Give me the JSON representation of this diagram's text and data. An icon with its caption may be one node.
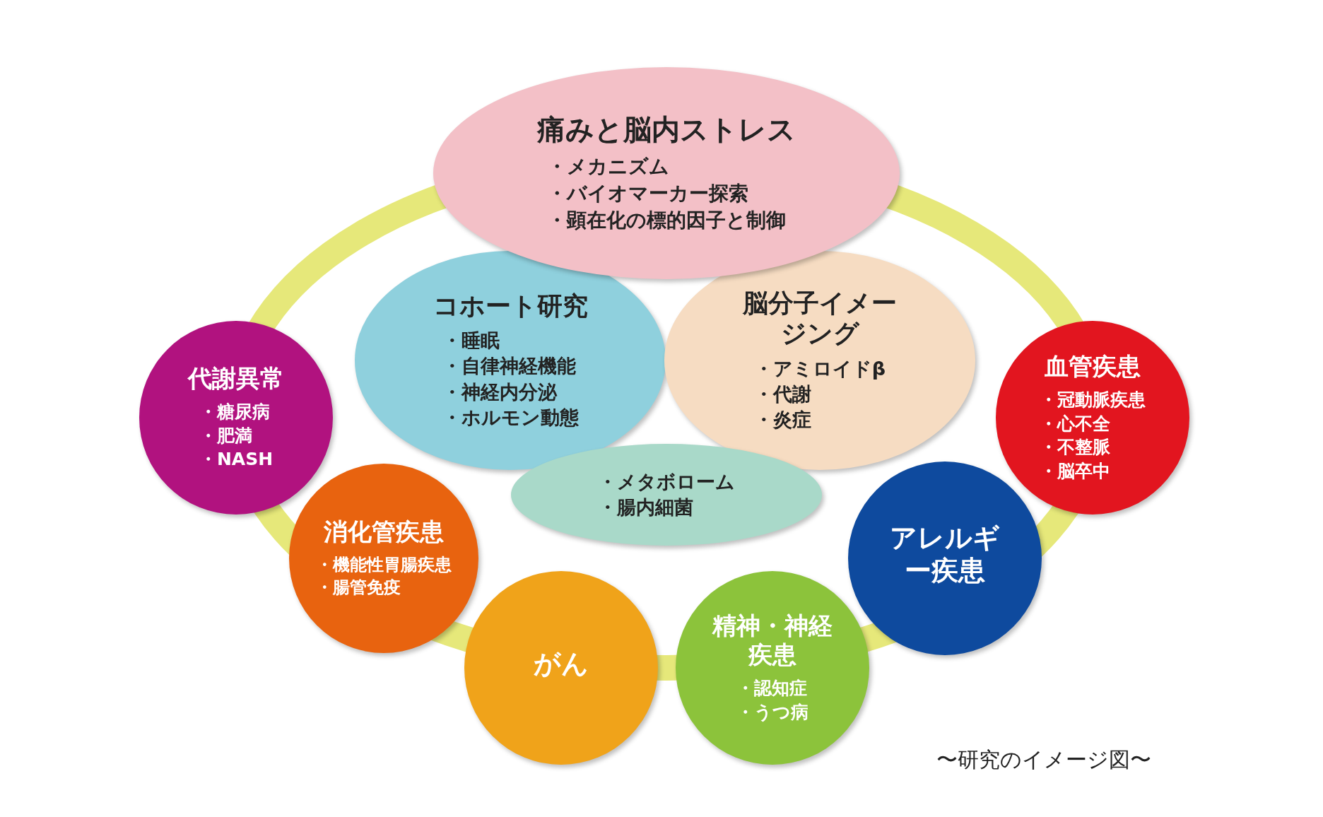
{
  "diagram": {
    "caption": "〜研究のイメージ図〜",
    "nodes": [
      {
        "text": [
          "痛みと脳内ストレス",
          "・メカニズム",
          "・バイオマーカー探索",
          "・顕在化の標的因子と制御"
        ]
      },
      {
        "text": [
          "コホート研究",
          "・睡眠",
          "・自律神経機能",
          "・神経内分泌",
          "・ホルモン動態"
        ]
      },
      {
        "text": [
          "脳分子イメージング",
          "・アミロイドβ",
          "・代謝",
          "・炎症"
        ]
      },
      {
        "text": [
          "・メタボローム",
          "・腸内細菌"
        ]
      },
      {
        "text": [
          "代謝異常",
          "・糖尿病",
          "・肥満",
          "・NASH"
        ]
      },
      {
        "text": [
          "血管疾患",
          "・冠動脈疾患",
          "・心不全",
          "・不整脈",
          "・脳卒中"
        ]
      },
      {
        "text": [
          "消化管疾患",
          "・機能性胃腸疾患",
          "・腸管免疫"
        ]
      },
      {
        "text": [
          "アレルギー疾患"
        ]
      },
      {
        "text": [
          "がん"
        ]
      },
      {
        "text": [
          "精神・神経疾患",
          "・認知症",
          "・うつ病"
        ]
      }
    ]
  }
}
